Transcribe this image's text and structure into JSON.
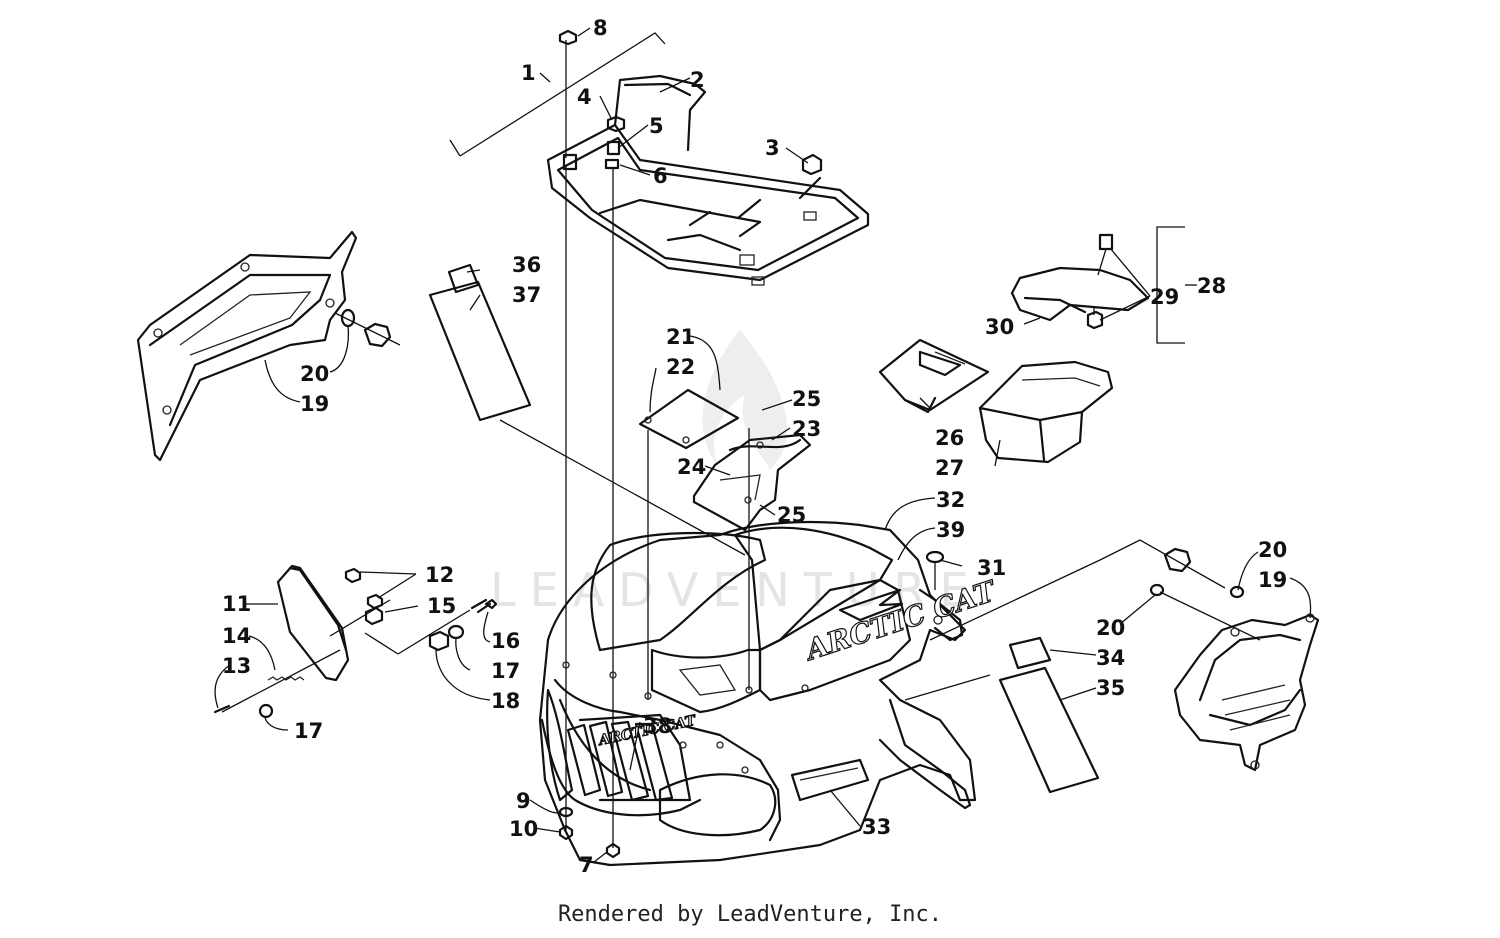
{
  "diagram": {
    "watermark": "LEADVENTURE",
    "hood_logo": "ARCTIC CAT",
    "grille_logo": "ARCTIC CAT",
    "callouts": [
      {
        "label": "1"
      },
      {
        "label": "2"
      },
      {
        "label": "3"
      },
      {
        "label": "4"
      },
      {
        "label": "5"
      },
      {
        "label": "6"
      },
      {
        "label": "7"
      },
      {
        "label": "8"
      },
      {
        "label": "9"
      },
      {
        "label": "10"
      },
      {
        "label": "11"
      },
      {
        "label": "12"
      },
      {
        "label": "13"
      },
      {
        "label": "14"
      },
      {
        "label": "15"
      },
      {
        "label": "16"
      },
      {
        "label": "17"
      },
      {
        "label": "17"
      },
      {
        "label": "18"
      },
      {
        "label": "19"
      },
      {
        "label": "20"
      },
      {
        "label": "19"
      },
      {
        "label": "20"
      },
      {
        "label": "20"
      },
      {
        "label": "21"
      },
      {
        "label": "22"
      },
      {
        "label": "23"
      },
      {
        "label": "24"
      },
      {
        "label": "25"
      },
      {
        "label": "25"
      },
      {
        "label": "26"
      },
      {
        "label": "27"
      },
      {
        "label": "28"
      },
      {
        "label": "29"
      },
      {
        "label": "30"
      },
      {
        "label": "31"
      },
      {
        "label": "32"
      },
      {
        "label": "33"
      },
      {
        "label": "34"
      },
      {
        "label": "35"
      },
      {
        "label": "36"
      },
      {
        "label": "37"
      },
      {
        "label": "38"
      },
      {
        "label": "39"
      }
    ]
  },
  "footer": {
    "text": "Rendered by LeadVenture, Inc."
  }
}
